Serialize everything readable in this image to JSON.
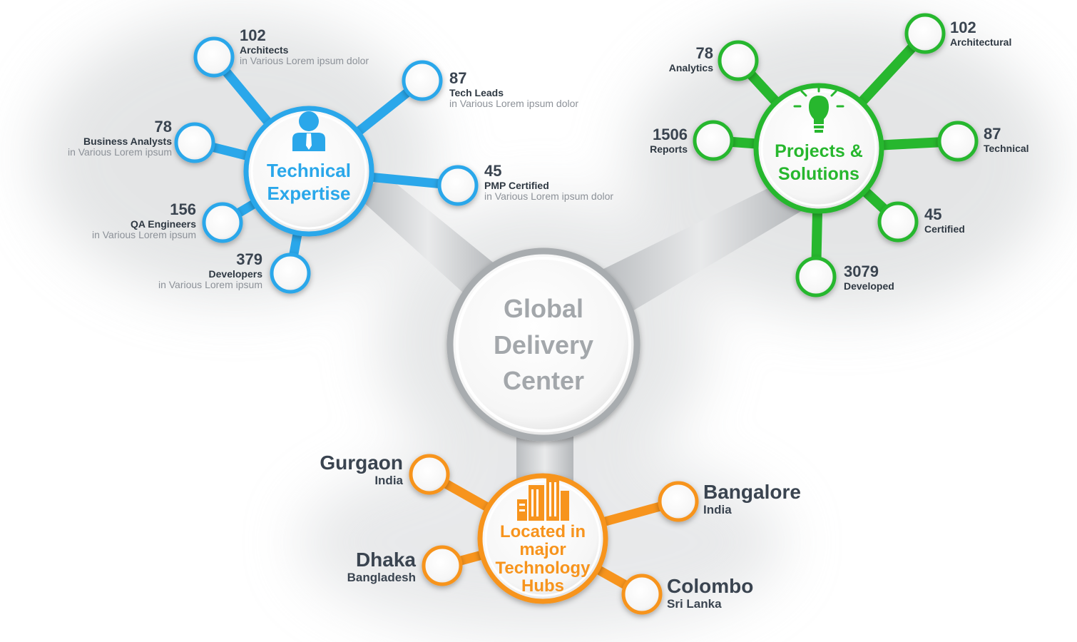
{
  "center": {
    "title_lines": [
      "Global",
      "Delivery",
      "Center"
    ],
    "color": "#a3a7ab"
  },
  "technical": {
    "color": "#2aa7ea",
    "title_lines": [
      "Technical",
      "Expertise"
    ],
    "icon": "person-icon",
    "items": [
      {
        "value": "102",
        "label": "Architects",
        "sub": "in Various Lorem ipsum dolor"
      },
      {
        "value": "87",
        "label": "Tech Leads",
        "sub": "in Various Lorem ipsum dolor"
      },
      {
        "value": "78",
        "label": "Business Analysts",
        "sub": "in Various Lorem ipsum"
      },
      {
        "value": "45",
        "label": "PMP Certified",
        "sub": "in Various Lorem ipsum dolor"
      },
      {
        "value": "156",
        "label": "QA Engineers",
        "sub": "in Various Lorem ipsum"
      },
      {
        "value": "379",
        "label": "Developers",
        "sub": "in Various Lorem ipsum"
      }
    ]
  },
  "projects": {
    "color": "#27b72e",
    "title_lines": [
      "Projects &",
      "Solutions"
    ],
    "icon": "lightbulb-icon",
    "items": [
      {
        "value": "78",
        "label": "Analytics"
      },
      {
        "value": "102",
        "label": "Architectural"
      },
      {
        "value": "1506",
        "label": "Reports"
      },
      {
        "value": "87",
        "label": "Technical"
      },
      {
        "value": "45",
        "label": "Certified"
      },
      {
        "value": "3079",
        "label": "Developed"
      }
    ]
  },
  "hubs": {
    "color": "#f7941d",
    "title_lines": [
      "Located in",
      "major",
      "Technology",
      "Hubs"
    ],
    "icon": "buildings-icon",
    "items": [
      {
        "city": "Gurgaon",
        "country": "India"
      },
      {
        "city": "Bangalore",
        "country": "India"
      },
      {
        "city": "Dhaka",
        "country": "Bangladesh"
      },
      {
        "city": "Colombo",
        "country": "Sri Lanka"
      }
    ]
  }
}
